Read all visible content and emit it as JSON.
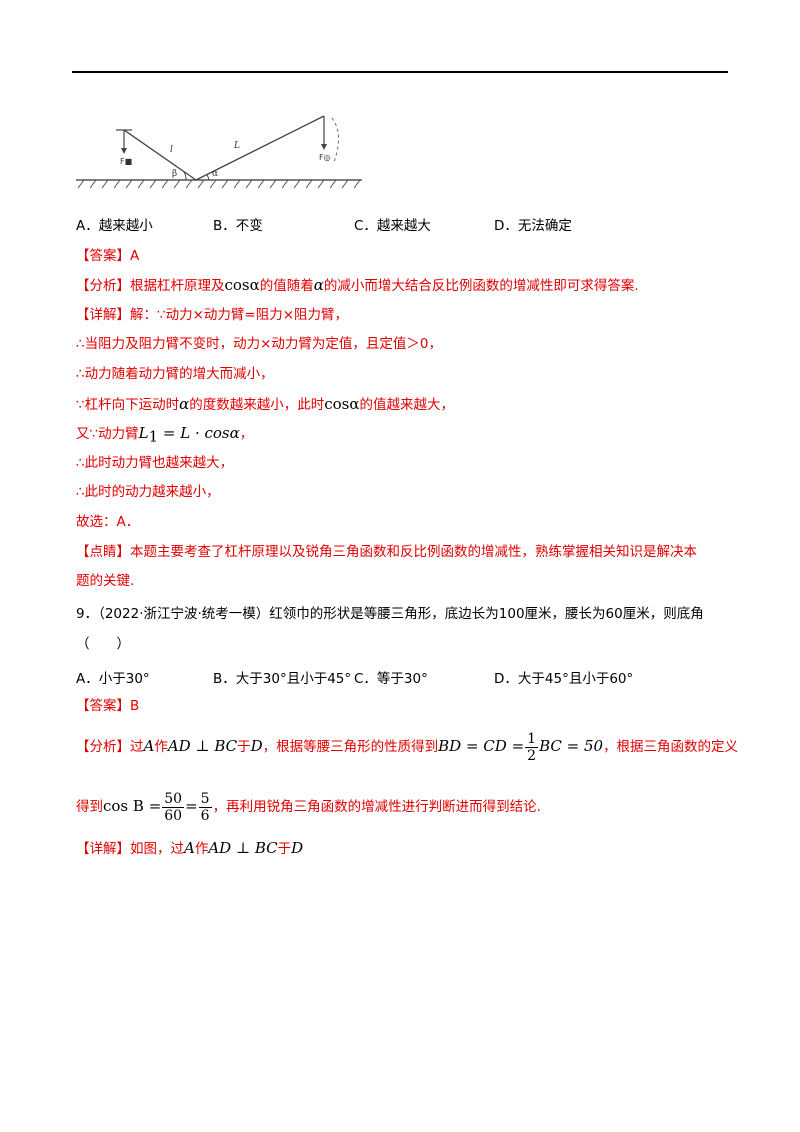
{
  "q8": {
    "options": [
      "A．越来越小",
      "B．不变",
      "C．越来越大",
      "D．无法确定"
    ],
    "figure_labels": {
      "f_left": "F■",
      "f_right": "F◎",
      "l_short": "l",
      "l_long": "L",
      "beta": "β",
      "alpha": "α"
    },
    "answer": "【答案】A",
    "analysis": {
      "tag": "【分析】",
      "t1": "根据杠杆原理及",
      "m1": "cosα",
      "t2": "的值随着",
      "m2": "α",
      "t3": "的减小而增大结合反比例函数的增减性即可求得答案."
    },
    "detail1": "【详解】解：∵动力×动力臂=阻力×阻力臂，",
    "detail2": "∴当阻力及阻力臂不变时，动力×动力臂为定值，且定值＞0，",
    "detail3": "∴动力随着动力臂的增大而减小，",
    "detail4": {
      "t1": "∵杠杆向下运动时",
      "m1": "α",
      "t2": "的度数越来越小，此时",
      "m2": "cosα",
      "t3": "的值越来越大，"
    },
    "detail5": {
      "t1": "又∵动力臂",
      "m1": "L",
      "sub": "1",
      "m2": " = L · cosα",
      "t2": "，"
    },
    "detail6": "∴此时动力臂也越来越大，",
    "detail7": "∴此时的动力越来越小，",
    "choose": "故选：A．",
    "comment1": "【点睛】本题主要考查了杠杆原理以及锐角三角函数和反比例函数的增减性，熟练掌握相关知识是解决本",
    "comment2": "题的关键."
  },
  "q9": {
    "line1": "9．（2022·浙江宁波·统考一模）红领巾的形状是等腰三角形，底边长为100厘米，腰长为60厘米，则底角",
    "line2": "（　　）",
    "options": [
      "A．小于30°",
      "B．大于30°且小于45°",
      "C．等于30°",
      "D．大于45°且小于60°"
    ],
    "answer": "【答案】B",
    "analysis": {
      "tag": "【分析】",
      "t1": "过",
      "m1": "A",
      "t2": "作",
      "m2": "AD ⊥ BC",
      "t3": "于",
      "m3": "D",
      "t4": "，根据等腰三角形的性质得到",
      "m4": "BD = CD =",
      "n1": "1",
      "d1": "2",
      "m5": "BC = 50",
      "t5": "，根据三角函数的定义"
    },
    "analysis2": {
      "t1": "得到",
      "m1": "cos B =",
      "n1": "50",
      "d1": "60",
      "eq": "=",
      "n2": "5",
      "d2": "6",
      "t2": "，再利用锐角三角函数的增减性进行判断进而得到结论."
    },
    "detail": {
      "tag": "【详解】",
      "t1": "如图，过",
      "m1": "A",
      "t2": "作",
      "m2": "AD ⊥ BC",
      "t3": "于",
      "m3": "D"
    }
  }
}
